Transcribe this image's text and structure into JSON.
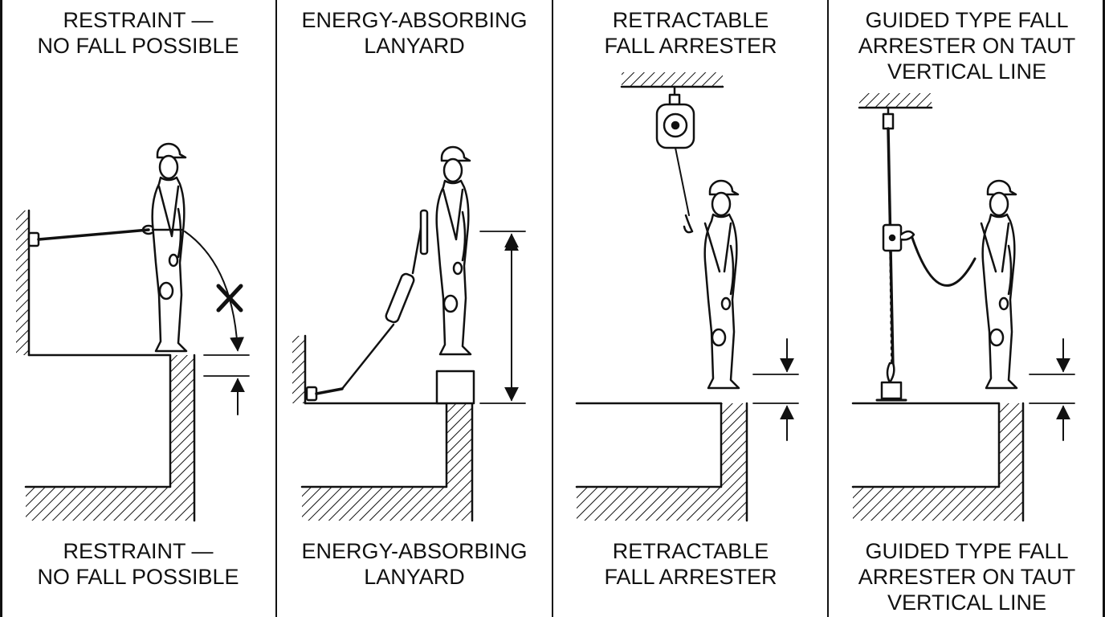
{
  "panels": [
    {
      "top_caption": [
        "RESTRAINT —",
        "NO FALL POSSIBLE"
      ],
      "bottom_caption": [
        "RESTRAINT —",
        "NO FALL POSSIBLE"
      ]
    },
    {
      "top_caption": [
        "ENERGY-ABSORBING",
        "LANYARD"
      ],
      "bottom_caption": [
        "ENERGY-ABSORBING",
        "LANYARD"
      ]
    },
    {
      "top_caption": [
        "RETRACTABLE",
        "FALL ARRESTER"
      ],
      "bottom_caption": [
        "RETRACTABLE",
        "FALL ARRESTER"
      ]
    },
    {
      "top_caption": [
        "GUIDED TYPE FALL",
        "ARRESTER ON TAUT",
        "VERTICAL LINE"
      ],
      "bottom_caption": [
        "GUIDED TYPE FALL",
        "ARRESTER ON TAUT",
        "VERTICAL LINE"
      ]
    }
  ],
  "colors": {
    "line": "#111111",
    "background": "#ffffff"
  }
}
